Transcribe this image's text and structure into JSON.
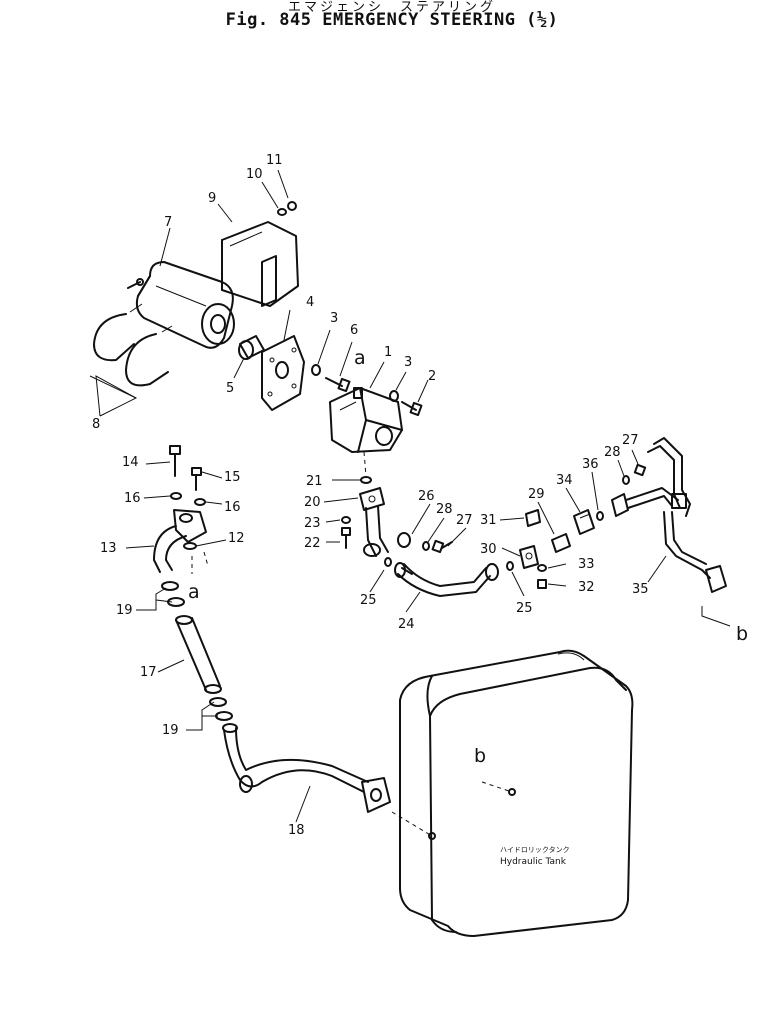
{
  "header": {
    "subtitle_jp": "エマジェンシ　ステアリング",
    "title": "Fig. 845  EMERGENCY STEERING (½)"
  },
  "callouts": [
    {
      "id": "c1",
      "text": "1"
    },
    {
      "id": "c2",
      "text": "2"
    },
    {
      "id": "c3a",
      "text": "3"
    },
    {
      "id": "c3b",
      "text": "3"
    },
    {
      "id": "c4",
      "text": "4"
    },
    {
      "id": "c5",
      "text": "5"
    },
    {
      "id": "c6",
      "text": "6"
    },
    {
      "id": "c7",
      "text": "7"
    },
    {
      "id": "c8",
      "text": "8"
    },
    {
      "id": "c9",
      "text": "9"
    },
    {
      "id": "c10",
      "text": "10"
    },
    {
      "id": "c11",
      "text": "11"
    },
    {
      "id": "c12",
      "text": "12"
    },
    {
      "id": "c13",
      "text": "13"
    },
    {
      "id": "c14",
      "text": "14"
    },
    {
      "id": "c15",
      "text": "15"
    },
    {
      "id": "c16a",
      "text": "16"
    },
    {
      "id": "c16b",
      "text": "16"
    },
    {
      "id": "c17",
      "text": "17"
    },
    {
      "id": "c18",
      "text": "18"
    },
    {
      "id": "c19a",
      "text": "19"
    },
    {
      "id": "c19b",
      "text": "19"
    },
    {
      "id": "c20",
      "text": "20"
    },
    {
      "id": "c21",
      "text": "21"
    },
    {
      "id": "c22",
      "text": "22"
    },
    {
      "id": "c23",
      "text": "23"
    },
    {
      "id": "c24",
      "text": "24"
    },
    {
      "id": "c25a",
      "text": "25"
    },
    {
      "id": "c25b",
      "text": "25"
    },
    {
      "id": "c26",
      "text": "26"
    },
    {
      "id": "c27a",
      "text": "27"
    },
    {
      "id": "c27b",
      "text": "27"
    },
    {
      "id": "c28a",
      "text": "28"
    },
    {
      "id": "c28b",
      "text": "28"
    },
    {
      "id": "c29",
      "text": "29"
    },
    {
      "id": "c30",
      "text": "30"
    },
    {
      "id": "c31",
      "text": "31"
    },
    {
      "id": "c32",
      "text": "32"
    },
    {
      "id": "c33",
      "text": "33"
    },
    {
      "id": "c34",
      "text": "34"
    },
    {
      "id": "c35",
      "text": "35"
    },
    {
      "id": "c36",
      "text": "36"
    }
  ],
  "connection_refs": {
    "a_top": "a",
    "a_bottom": "a",
    "b_right": "b",
    "b_tank": "b"
  },
  "tank_label": {
    "jp": "ハイドロリックタンク",
    "en": "Hydraulic Tank"
  }
}
